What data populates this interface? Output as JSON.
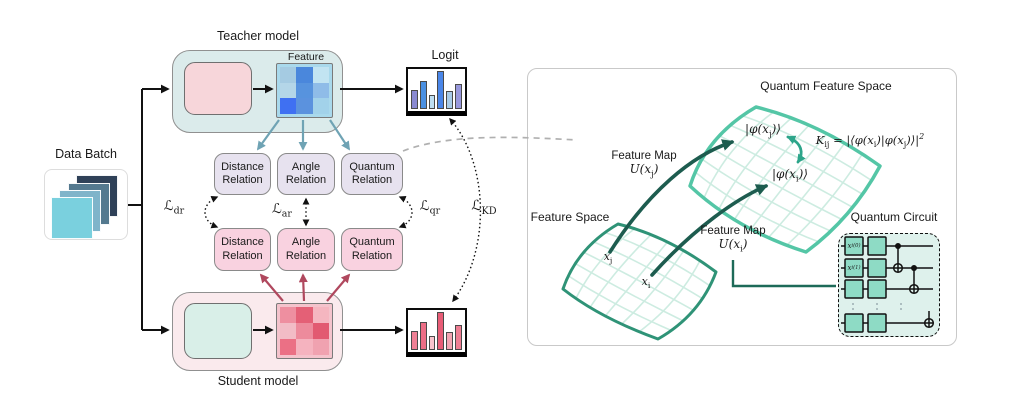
{
  "data_batch": {
    "label": "Data Batch",
    "square_colors": [
      "#2f4158",
      "#54798f",
      "#7fb4ca",
      "#7ad0de"
    ]
  },
  "teacher": {
    "label": "Teacher model",
    "feature_label": "Feature",
    "container_color": "#dbebeb",
    "inner_block_color": "#f7d6da",
    "heatmap_bg": "#a9d9ec",
    "heatmap": [
      "#a5cbe2",
      "#4a87dc",
      "#c2e4f2",
      "#b4d6e8",
      "#5793de",
      "#8fbce8",
      "#3f70f2",
      "#5b92de",
      "#a2d2ea"
    ]
  },
  "student": {
    "label": "Student model",
    "container_color": "#faeaed",
    "inner_block_color": "#d9efe8",
    "heatmap_bg": "#f4c3cc",
    "heatmap": [
      "#ee8fa0",
      "#e46076",
      "#f5b6c0",
      "#f2bcc6",
      "#ed8b9c",
      "#e25a71",
      "#eb7085",
      "#f5b3bf",
      "#f0a2b0"
    ]
  },
  "logit": {
    "label": "Logit",
    "teacher_bars": {
      "colors": [
        "#8a8ad2",
        "#4a90e2",
        "#bedff2",
        "#4a86e8",
        "#a8cbe8",
        "#9898dc"
      ],
      "heights": [
        0.48,
        0.7,
        0.36,
        0.95,
        0.45,
        0.63
      ]
    },
    "student_bars": {
      "colors": [
        "#ef8095",
        "#ec6e86",
        "#f8c3cc",
        "#e85c76",
        "#f3a4b2",
        "#ee7e93"
      ],
      "heights": [
        0.48,
        0.7,
        0.36,
        0.95,
        0.45,
        0.63
      ]
    }
  },
  "relations": {
    "teacher_fill": "#e7e2ef",
    "student_fill": "#f9d2e0",
    "teacher_items": [
      [
        "Distance",
        "Relation"
      ],
      [
        "Angle",
        "Relation"
      ],
      [
        "Quantum",
        "Relation"
      ]
    ],
    "student_items": [
      [
        "Distance",
        "Relation"
      ],
      [
        "Angle",
        "Relation"
      ],
      [
        "Quantum",
        "Relation"
      ]
    ]
  },
  "losses": {
    "dr": "ℒ_{dr}",
    "ar": "ℒ_{ar}",
    "qr": "ℒ_{qr}",
    "kd": "ℒ_{KD}"
  },
  "panel": {
    "quantum_feature_space_label": "Quantum Feature Space",
    "feature_space_label": "Feature Space",
    "feature_map_j": {
      "title": "Feature Map",
      "map": "U(x_{j})"
    },
    "feature_map_i": {
      "title": "Feature Map",
      "map": "U(x_{i})"
    },
    "phi_j": "|φ(x_{j})⟩",
    "phi_i": "|φ(x_{i})⟩",
    "kernel_formula": "K_{ij} = |⟨φ(x_{i})|φ(x_{j})⟩|^{2}",
    "point_j": "x_{j}",
    "point_i": "x_{i}",
    "circuit": {
      "label": "Quantum Circuit",
      "gate_labels": [
        "x_{i}^{(0)}",
        "x_{i}^{(1)}"
      ]
    }
  },
  "colors": {
    "black": "#111111",
    "teal_arrow": "#6fa3b4",
    "red_arrow": "#b0485e",
    "dark_teal_arrow": "#1d5c4f",
    "kernel_arrow": "#2da58a",
    "elbow_line": "#1d6a58",
    "upper_surface": "#54c6a6",
    "lower_surface": "#2f9377",
    "surface_grid": "#cdece1",
    "gray_dash": "#b0b0b0",
    "circuit_fill": "#def1ec",
    "gate_fill": "#8edbc5",
    "dots": "#8899a0"
  }
}
